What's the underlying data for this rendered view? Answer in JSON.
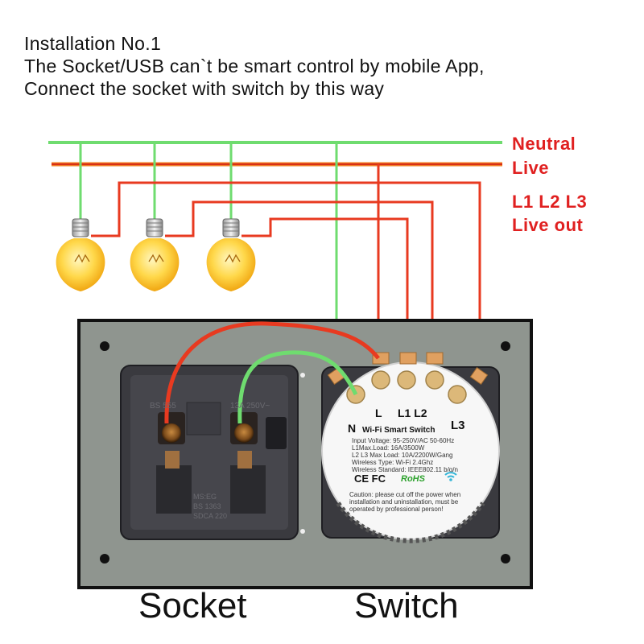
{
  "heading": {
    "line1": "Installation No.1",
    "line2": "The Socket/USB can`t be smart control by mobile App,",
    "line3": "Connect the socket with switch by this way"
  },
  "legend": {
    "neutral": "Neutral",
    "live": "Live",
    "l123": "L1 L2 L3",
    "live_out": "Live out"
  },
  "socket": {
    "label": "Socket",
    "top_mark": "BS 555",
    "rating_mark": "13A 250V~",
    "bottom_marks": [
      "MS:EG",
      "BS 1363",
      "SDCA 220"
    ]
  },
  "switch": {
    "label": "Switch",
    "terminals": {
      "l": "L",
      "l1l2": "L1 L2",
      "n": "N",
      "l3": "L3"
    },
    "module_title": "Wi-Fi Smart Switch",
    "specs": [
      "Input Voltage: 95-250V/AC 50-60Hz",
      "L1Max.Load: 16A/3500W",
      "L2 L3 Max Load: 10A/2200W/Gang",
      "Wireless Type: Wi-Fi 2.4Ghz",
      "Wireless Standard: IEEE802.11 b/g/n"
    ],
    "cert_mark": "CE FC",
    "rohs": "RoHS",
    "caution": [
      "Caution: please cut off the power when",
      "installation and uninstallation, must be",
      "operated by professional person!"
    ]
  },
  "colors": {
    "neutral": "#6fdc6f",
    "live": "#e83a20",
    "accent_text": "#e02020",
    "panel": "#8f958f",
    "frame": "#111111"
  }
}
